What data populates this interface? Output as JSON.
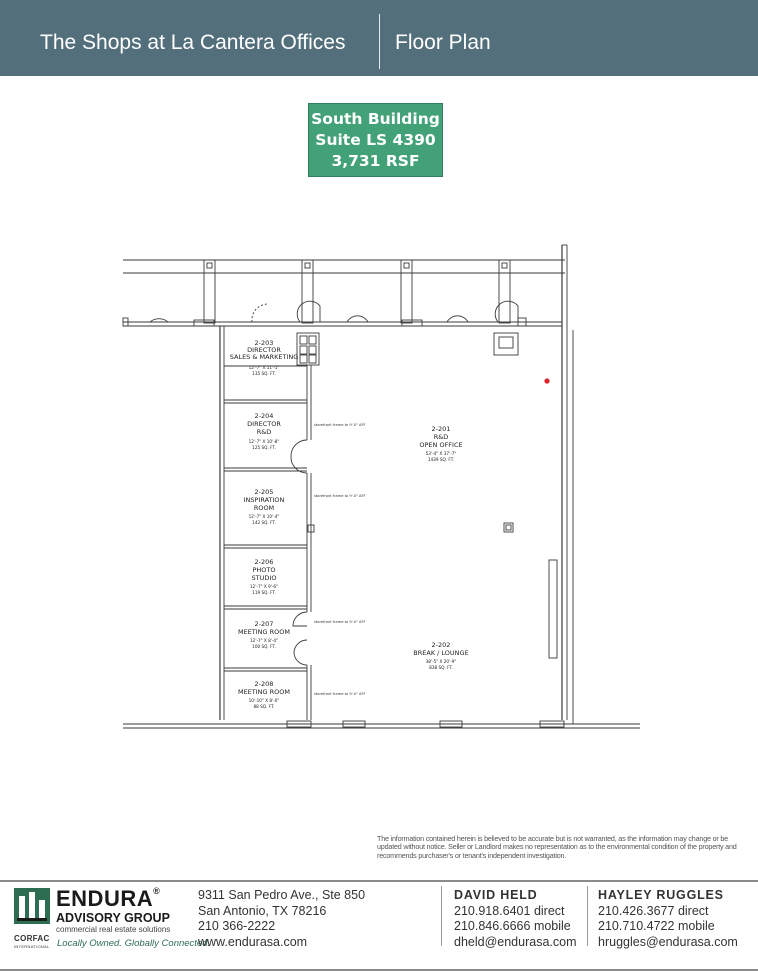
{
  "header": {
    "title": "The Shops at La Cantera Offices",
    "subtitle": "Floor Plan"
  },
  "suite": {
    "building": "South Building",
    "suite": "Suite LS 4390",
    "rsf": "3,731 RSF"
  },
  "rooms": {
    "r203": {
      "id": "2-203",
      "name1": "DIRECTOR",
      "name2": "SALES & MARKETING",
      "dims": "12'-7\" X 11'-1\"",
      "area": "135 SQ. FT."
    },
    "r204": {
      "id": "2-204",
      "name1": "DIRECTOR",
      "name2": "R&D",
      "dims": "12'-7\" X 10'-8\"",
      "area": "125 SQ. FT."
    },
    "r205": {
      "id": "2-205",
      "name1": "INSPIRATION",
      "name2": "ROOM",
      "dims": "12'-7\" X 10'-4\"",
      "area": "142 SQ. FT."
    },
    "r206": {
      "id": "2-206",
      "name1": "PHOTO",
      "name2": "STUDIO",
      "dims": "12'-7\" X 9'-6\"",
      "area": "119 SQ. FT."
    },
    "r207": {
      "id": "2-207",
      "name1": "MEETING ROOM",
      "dims": "12'-7\" X 8'-4\"",
      "area": "100 SQ. FT."
    },
    "r208": {
      "id": "2-208",
      "name1": "MEETING ROOM",
      "dims": "10'-10\" X 8'-0\"",
      "area": "88 SQ. FT."
    },
    "r201": {
      "id": "2-201",
      "name1": "R&D",
      "name2": "OPEN OFFICE",
      "dims": "53'-4\" X 37'-7\"",
      "area": "1439 SQ. FT."
    },
    "r202": {
      "id": "2-202",
      "name1": "BREAK / LOUNGE",
      "dims": "38'-5\" X 20'-9\"",
      "area": "838 SQ. FT."
    }
  },
  "wall_note": "storefront frame to 9'-0\" AFF",
  "disclaimer": "The information contained herein is believed to be accurate but is not warranted, as the information may change or be updated without notice. Seller or Landlord makes no representation as to the environmental condition of the property and recommends purchaser's or tenant's independent investigation.",
  "footer": {
    "logo": {
      "brand": "ENDURA",
      "reg": "®",
      "advisory": "ADVISORY GROUP",
      "tagline": "commercial real estate solutions",
      "corfac": "CORFAC",
      "corfac_sub": "INTERNATIONAL",
      "slogan": "Locally Owned. Globally Connected."
    },
    "address": {
      "street": "9311 San Pedro Ave., Ste 850",
      "city": "San Antonio, TX 78216",
      "phone": "210 366-2222",
      "web": "www.endurasa.com"
    },
    "contact1": {
      "name": "DAVID HELD",
      "direct": "210.918.6401 direct",
      "mobile": "210.846.6666 mobile",
      "email": "dheld@endurasa.com"
    },
    "contact2": {
      "name": "HAYLEY RUGGLES",
      "direct": "210.426.3677 direct",
      "mobile": "210.710.4722 mobile",
      "email": "hruggles@endurasa.com"
    }
  },
  "colors": {
    "header_bg": "#536f7c",
    "suite_bg": "#43a178",
    "logo_green": "#2d6d52"
  }
}
